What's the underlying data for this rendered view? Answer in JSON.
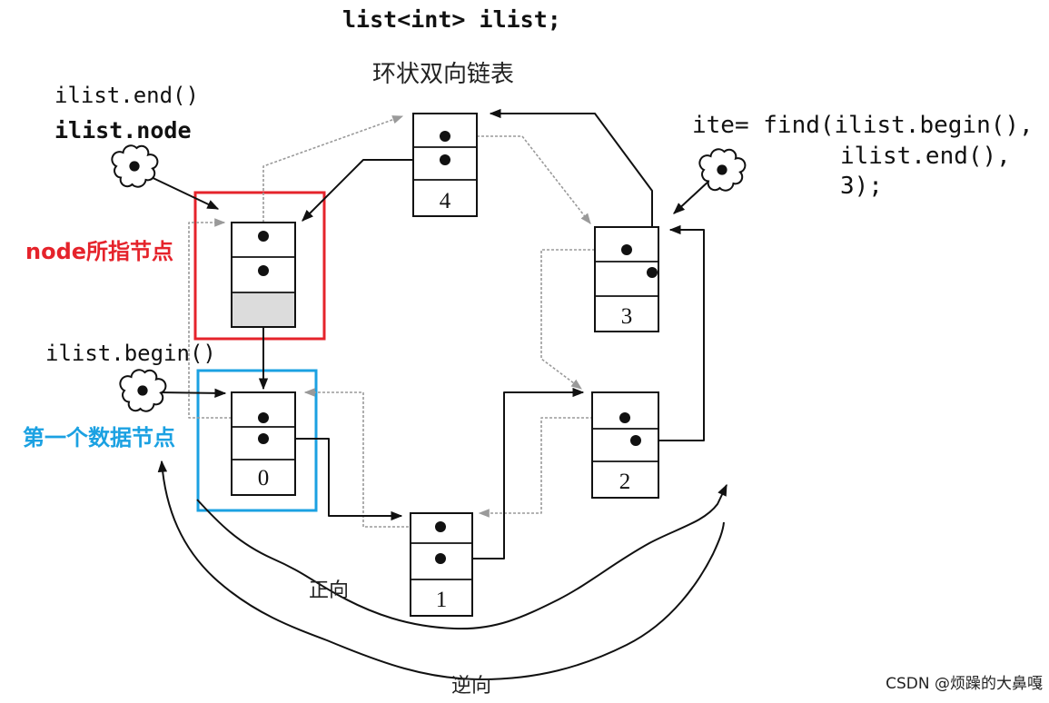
{
  "code": {
    "declaration": "list<int> ilist;",
    "end_call": "ilist.end()",
    "node_member": "ilist.node",
    "begin_call": "ilist.begin()",
    "find_call": [
      "ite= find(ilist.begin(),",
      "ilist.end(),",
      "3);"
    ]
  },
  "caption": "环状双向链表",
  "annotations": {
    "node_pointed": "node所指节点",
    "first_data_node": "第一个数据节点"
  },
  "nodes": {
    "n0": "0",
    "n1": "1",
    "n2": "2",
    "n3": "3",
    "n4": "4"
  },
  "directions": {
    "forward": "正向",
    "backward": "逆向"
  },
  "watermark": "CSDN @烦躁的大鼻嘎",
  "colors": {
    "node_highlight": "#e5232b",
    "first_node_highlight": "#1ba1e2",
    "pointer": "#111111",
    "pointer_faint": "#9a9a9a",
    "watermark": "#a0a0a0"
  },
  "icons": {
    "iterator_pointer": "cloud-pointer-icon"
  }
}
